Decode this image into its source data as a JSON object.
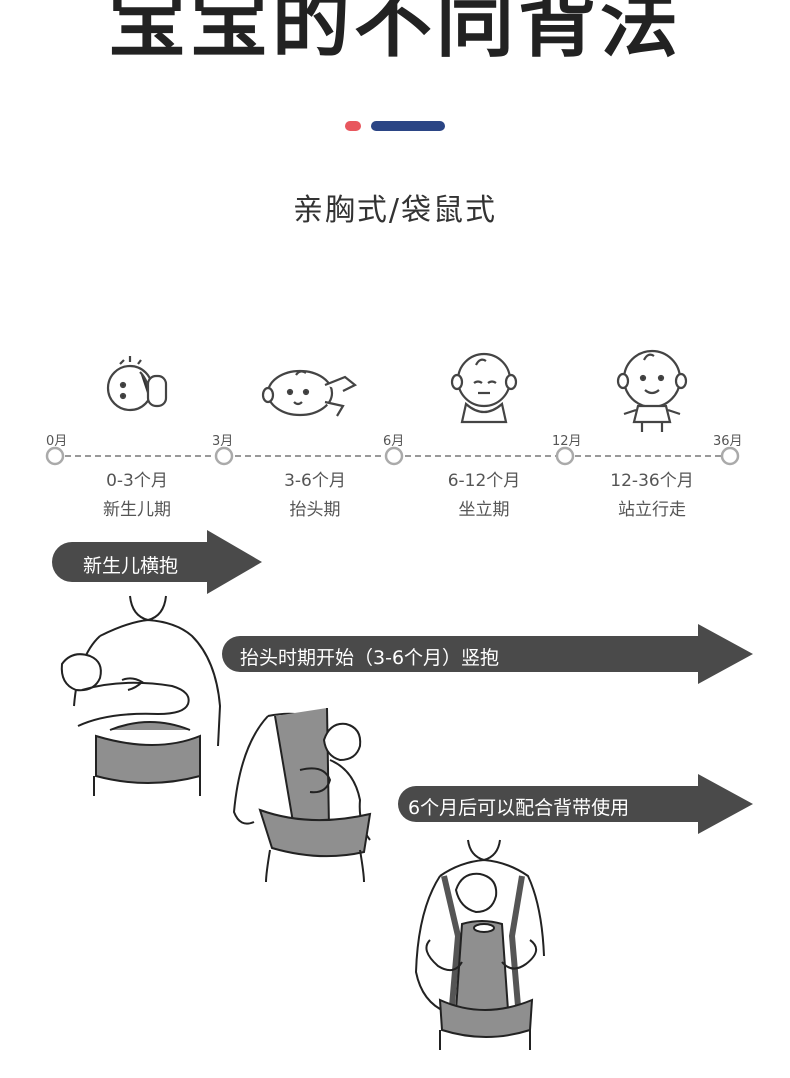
{
  "header": {
    "title": "宝宝的不同背法",
    "accent_colors": {
      "dot": "#e8575e",
      "bar": "#2b4585"
    },
    "subtitle": "亲胸式/袋鼠式"
  },
  "timeline": {
    "marks": [
      "0月",
      "3月",
      "6月",
      "12月",
      "36月"
    ],
    "stages": [
      {
        "range": "0-3个月",
        "name": "新生儿期",
        "icon": "newborn-baby-icon"
      },
      {
        "range": "3-6个月",
        "name": "抬头期",
        "icon": "crawling-baby-icon"
      },
      {
        "range": "6-12个月",
        "name": "坐立期",
        "icon": "sitting-baby-icon"
      },
      {
        "range": "12-36个月",
        "name": "站立行走",
        "icon": "standing-baby-icon"
      }
    ]
  },
  "carry_modes": [
    {
      "label": "新生儿横抱",
      "illustration": "horizontal-hold-illustration"
    },
    {
      "label": "抬头时期开始（3-6个月）竖抱",
      "illustration": "upright-hold-illustration"
    },
    {
      "label": "6个月后可以配合背带使用",
      "illustration": "carrier-strap-illustration"
    }
  ],
  "arrow_color": "#4a4a4a"
}
